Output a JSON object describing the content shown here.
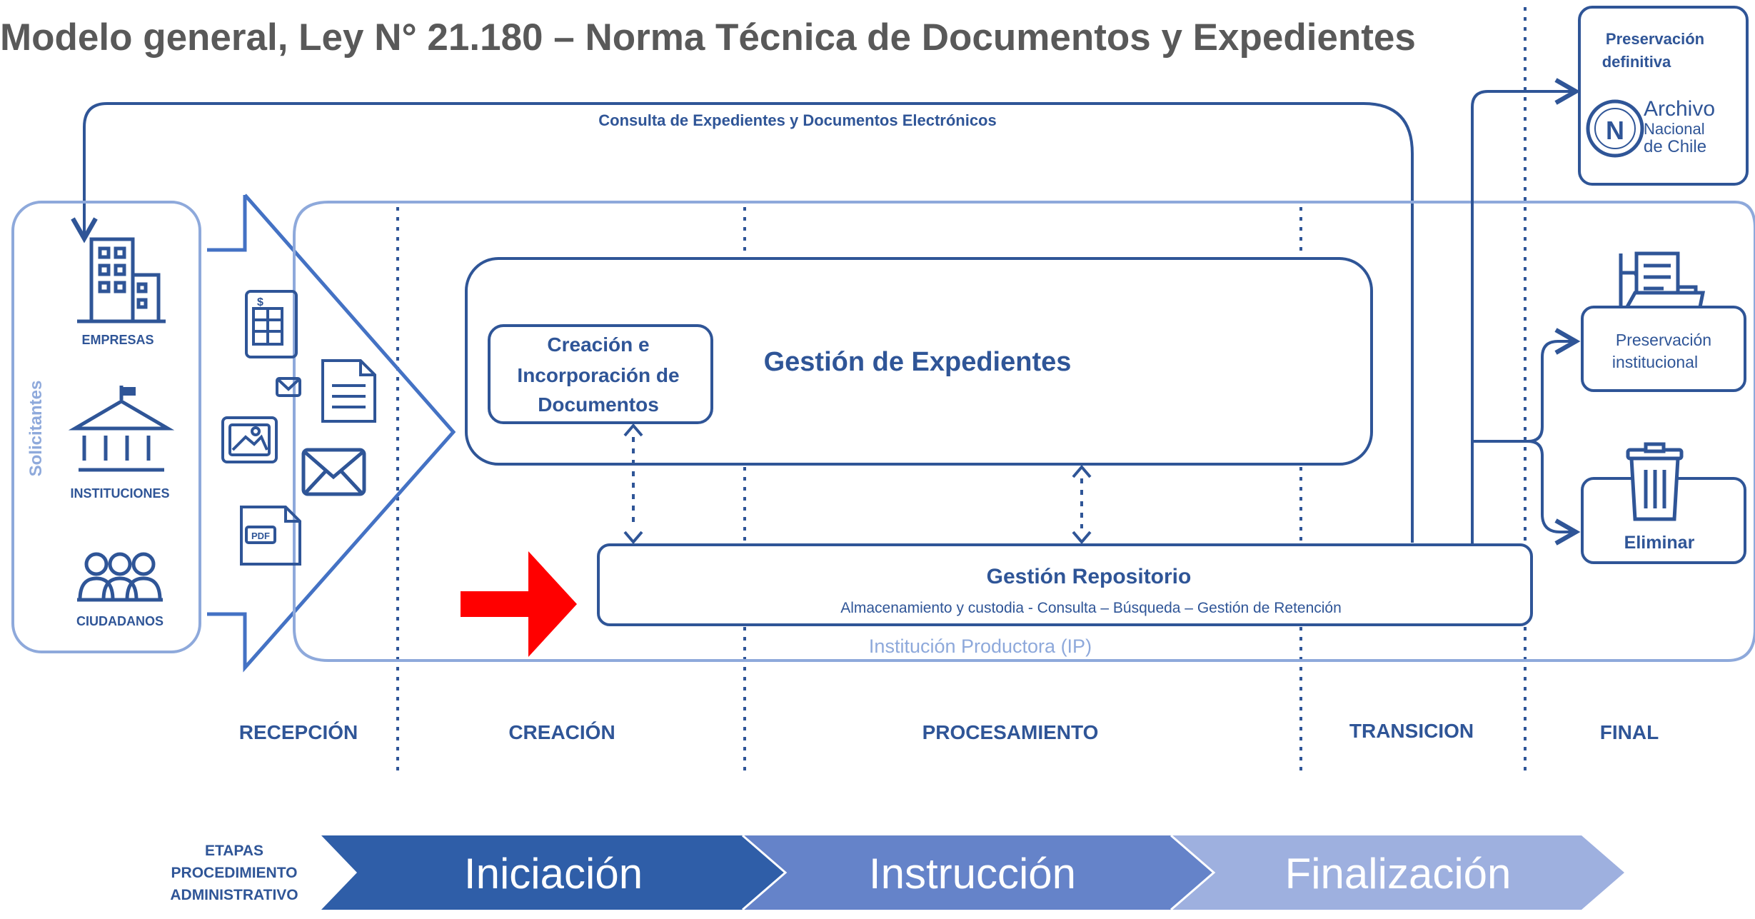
{
  "title": "Modelo general, Ley N° 21.180 – Norma Técnica de Documentos y Expedientes",
  "consulta_label": "Consulta de Expedientes y Documentos Electrónicos",
  "solicitantes": {
    "title": "Solicitantes",
    "items": [
      {
        "label": "EMPRESAS",
        "icon": "building-icon"
      },
      {
        "label": "INSTITUCIONES",
        "icon": "institution-icon"
      },
      {
        "label": "CIUDADANOS",
        "icon": "citizens-icon"
      }
    ]
  },
  "document_icons": [
    "invoice-icon",
    "document-icon",
    "email-icon",
    "image-icon",
    "mail-envelope-icon",
    "pdf-icon"
  ],
  "pdf_label": "PDF",
  "creacion_box": {
    "lines": [
      "Creación e",
      "Incorporación de",
      "Documentos"
    ]
  },
  "gestion_expedientes": "Gestión de Expedientes",
  "gestion_repositorio": {
    "title": "Gestión Repositorio",
    "subtitle": "Almacenamiento y custodia - Consulta – Búsqueda – Gestión de Retención"
  },
  "institucion_productora": "Institución Productora (IP)",
  "preservacion_definitiva": {
    "lines": [
      "Preservación",
      "definitiva"
    ]
  },
  "archivo_nacional": {
    "lines": [
      "Archivo",
      "Nacional",
      "de Chile"
    ]
  },
  "preservacion_institucional": {
    "lines": [
      "Preservación",
      "institucional"
    ]
  },
  "eliminar": "Eliminar",
  "stages": [
    "RECEPCIÓN",
    "CREACIÓN",
    "PROCESAMIENTO",
    "TRANSICION",
    "FINAL"
  ],
  "etapas_label": [
    "ETAPAS",
    "PROCEDIMIENTO",
    "ADMINISTRATIVO"
  ],
  "etapas": [
    "Iniciación",
    "Instrucción",
    "Finalización"
  ],
  "colors": {
    "primary": "#2f5597",
    "line": "#4472c4",
    "chevron1": "#2f5ea8",
    "chevron2": "#6583c9",
    "chevron3": "#9eb0df",
    "highlight_arrow": "#ff0000"
  }
}
